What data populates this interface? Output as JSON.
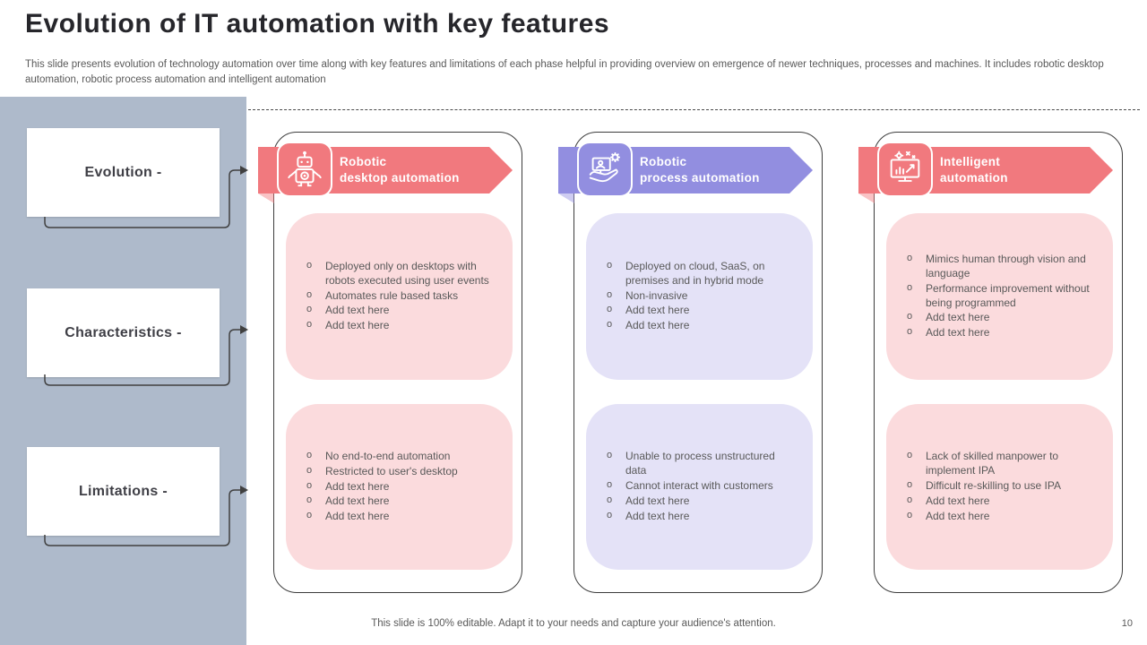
{
  "slide": {
    "title": "Evolution of IT automation with key features",
    "subtitle": "This slide presents evolution of technology automation over time along with key features and limitations of each phase helpful in providing overview on emergence of newer techniques, processes and machines. It includes robotic desktop automation, robotic process automation and intelligent automation",
    "footer": "This slide is 100% editable. Adapt it to your needs and capture your audience's attention.",
    "page_number": "10"
  },
  "sidebar": {
    "items": [
      {
        "label": "Evolution -"
      },
      {
        "label": "Characteristics -"
      },
      {
        "label": "Limitations -"
      }
    ]
  },
  "colors": {
    "accent_salmon": "#F1797E",
    "accent_purple": "#928EE0",
    "box_pink": "#FBDBDD",
    "box_lavender": "#E4E2F7",
    "sidebar_bg": "#AEBACB"
  },
  "columns": [
    {
      "title_line1": "Robotic",
      "title_line2": "desktop automation",
      "icon": "robot-icon",
      "accent": "#F1797E",
      "box_bg": "#FBDBDD",
      "characteristics": [
        "Deployed only on desktops with robots executed using user events",
        "Automates rule based tasks",
        "Add text here",
        "Add text here"
      ],
      "limitations": [
        "No end-to-end automation",
        "Restricted to user's desktop",
        "Add text here",
        "Add text here",
        "Add text here"
      ]
    },
    {
      "title_line1": "Robotic",
      "title_line2": "process automation",
      "icon": "hand-monitor-icon",
      "accent": "#928EE0",
      "box_bg": "#E4E2F7",
      "characteristics": [
        "Deployed on cloud, SaaS, on premises and in hybrid mode",
        "Non-invasive",
        "Add text here",
        "Add text here"
      ],
      "limitations": [
        "Unable to process unstructured data",
        "Cannot interact with customers",
        "Add text here",
        "Add text here"
      ]
    },
    {
      "title_line1": "Intelligent",
      "title_line2": "automation",
      "icon": "intelligent-monitor-icon",
      "accent": "#F1797E",
      "box_bg": "#FBDBDD",
      "characteristics": [
        "Mimics human through vision and language",
        "Performance improvement without being programmed",
        "Add text here",
        "Add text here"
      ],
      "limitations": [
        "Lack of skilled manpower to implement IPA",
        "Difficult re-skilling to use IPA",
        "Add text here",
        "Add text here"
      ]
    }
  ]
}
